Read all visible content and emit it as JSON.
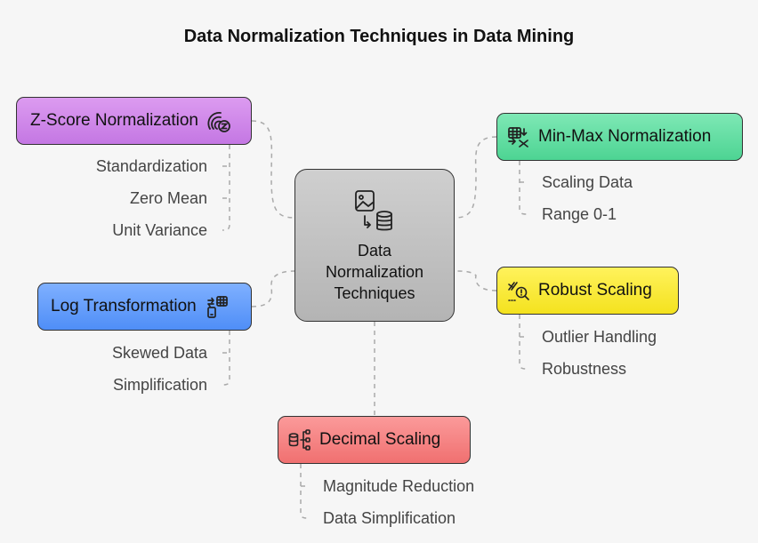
{
  "title": "Data Normalization Techniques in Data Mining",
  "center": {
    "label": "Data\nNormalization\nTechniques",
    "icons": [
      "image-icon",
      "database-icon"
    ]
  },
  "colors": {
    "zscore": "#c880e6",
    "minmax": "#5fdc9f",
    "log": "#5d97f8",
    "robust": "#f7e634",
    "decimal": "#f37b7b",
    "connector": "#aaaaaa"
  },
  "branches": {
    "zscore": {
      "label": "Z-Score Normalization",
      "icon": "z-signal-icon",
      "leaves": [
        "Standardization",
        "Zero Mean",
        "Unit Variance"
      ]
    },
    "minmax": {
      "label": "Min-Max Normalization",
      "icon": "table-shuffle-icon",
      "leaves": [
        "Scaling Data",
        "Range 0-1"
      ]
    },
    "log": {
      "label": "Log Transformation",
      "icon": "device-table-icon",
      "leaves": [
        "Skewed Data",
        "Simplification"
      ]
    },
    "robust": {
      "label": "Robust Scaling",
      "icon": "outlier-search-icon",
      "leaves": [
        "Outlier Handling",
        "Robustness"
      ]
    },
    "decimal": {
      "label": "Decimal Scaling",
      "icon": "database-tree-icon",
      "leaves": [
        "Magnitude Reduction",
        "Data Simplification"
      ]
    }
  }
}
